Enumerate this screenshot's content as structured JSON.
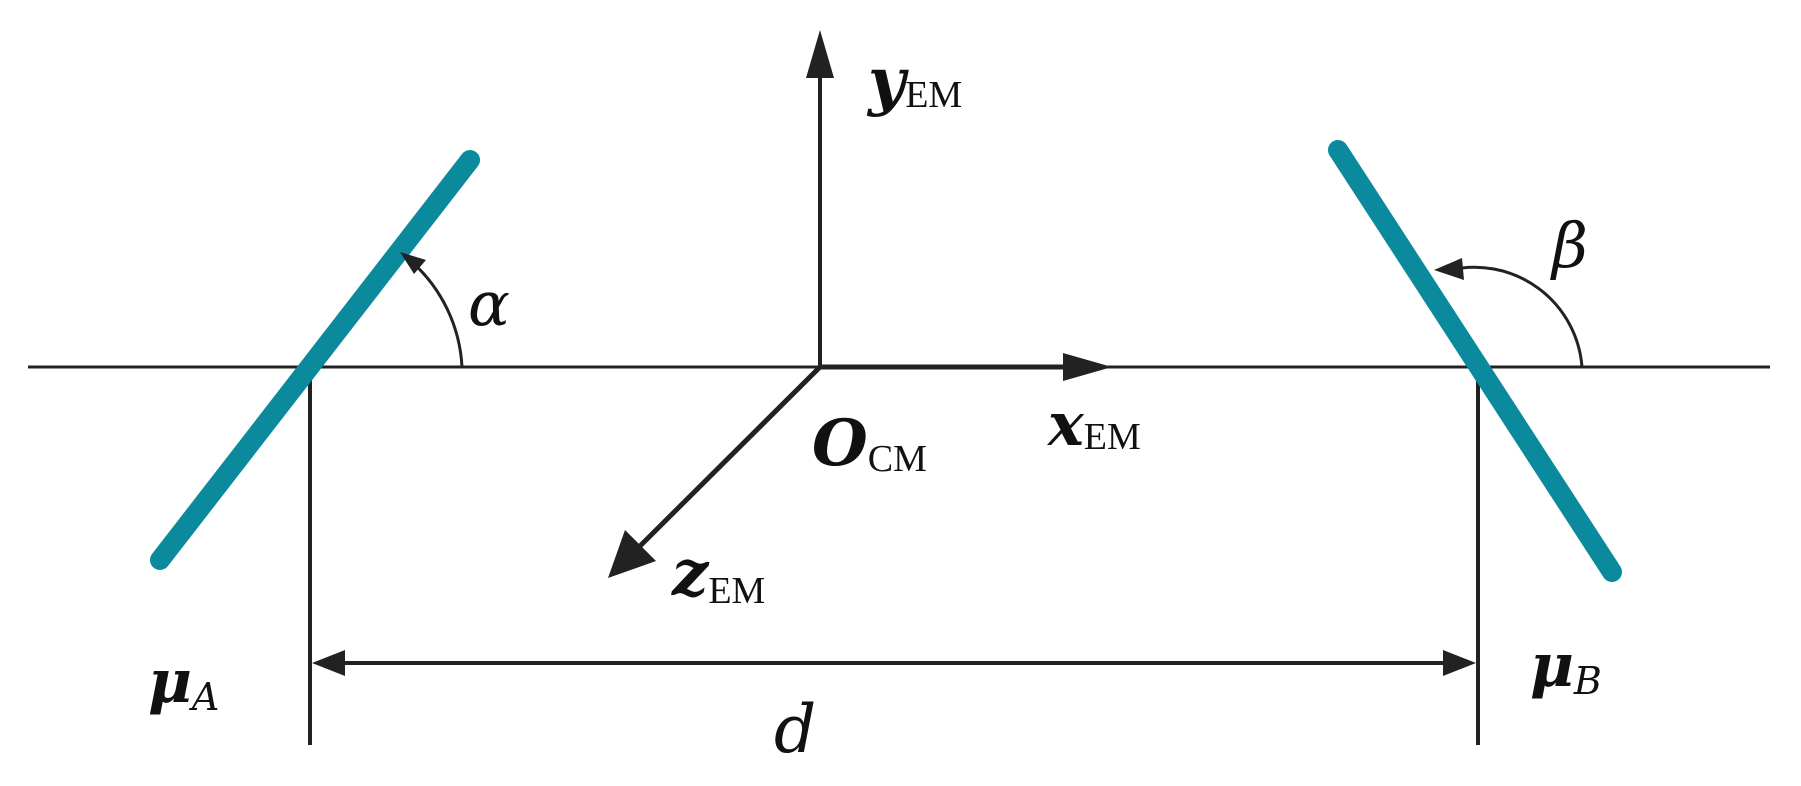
{
  "colors": {
    "dipole": "#0a8a9c",
    "line": "#222222",
    "text": "#111111"
  },
  "labels": {
    "y_axis": {
      "main": "y",
      "sub": "EM"
    },
    "x_axis": {
      "main": "x",
      "sub": "EM"
    },
    "z_axis": {
      "main": "z",
      "sub": "EM"
    },
    "origin": {
      "main": "O",
      "sub": "CM"
    },
    "alpha": "α",
    "beta": "β",
    "mu_a": {
      "main": "μ",
      "sub": "A"
    },
    "mu_b": {
      "main": "μ",
      "sub": "B"
    },
    "distance": "d"
  }
}
